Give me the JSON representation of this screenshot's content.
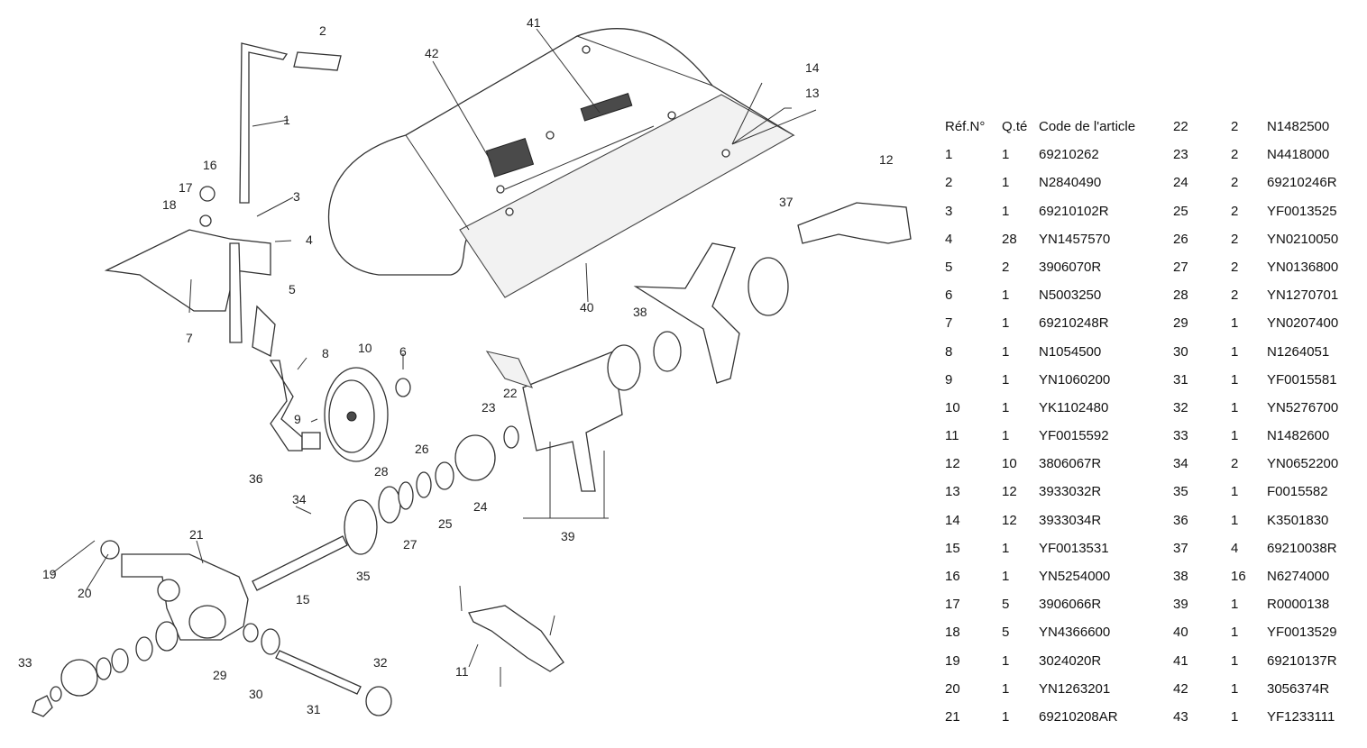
{
  "diagram": {
    "callouts": [
      "1",
      "2",
      "3",
      "4",
      "5",
      "7",
      "8",
      "9",
      "10",
      "6",
      "11",
      "12",
      "13",
      "14",
      "15",
      "16",
      "17",
      "18",
      "19",
      "20",
      "21",
      "22",
      "23",
      "24",
      "25",
      "26",
      "27",
      "28",
      "29",
      "30",
      "31",
      "32",
      "33",
      "34",
      "35",
      "36",
      "37",
      "38",
      "39",
      "40",
      "41",
      "42"
    ]
  },
  "parts_table": {
    "headers": {
      "ref": "Réf.N°",
      "qty": "Q.té",
      "code": "Code de l'article"
    },
    "left_rows": [
      {
        "ref": "1",
        "qty": "1",
        "code": "69210262"
      },
      {
        "ref": "2",
        "qty": "1",
        "code": "N2840490"
      },
      {
        "ref": "3",
        "qty": "1",
        "code": "69210102R"
      },
      {
        "ref": "4",
        "qty": "28",
        "code": "YN1457570"
      },
      {
        "ref": "5",
        "qty": "2",
        "code": "3906070R"
      },
      {
        "ref": "6",
        "qty": "1",
        "code": "N5003250"
      },
      {
        "ref": "7",
        "qty": "1",
        "code": "69210248R"
      },
      {
        "ref": "8",
        "qty": "1",
        "code": "N1054500"
      },
      {
        "ref": "9",
        "qty": "1",
        "code": "YN1060200"
      },
      {
        "ref": "10",
        "qty": "1",
        "code": "YK1102480"
      },
      {
        "ref": "11",
        "qty": "1",
        "code": "YF0015592"
      },
      {
        "ref": "12",
        "qty": "10",
        "code": "3806067R"
      },
      {
        "ref": "13",
        "qty": "12",
        "code": "3933032R"
      },
      {
        "ref": "14",
        "qty": "12",
        "code": "3933034R"
      },
      {
        "ref": "15",
        "qty": "1",
        "code": "YF0013531"
      },
      {
        "ref": "16",
        "qty": "1",
        "code": "YN5254000"
      },
      {
        "ref": "17",
        "qty": "5",
        "code": "3906066R"
      },
      {
        "ref": "18",
        "qty": "5",
        "code": "YN4366600"
      },
      {
        "ref": "19",
        "qty": "1",
        "code": "3024020R"
      },
      {
        "ref": "20",
        "qty": "1",
        "code": "YN1263201"
      },
      {
        "ref": "21",
        "qty": "1",
        "code": "69210208AR"
      }
    ],
    "right_rows": [
      {
        "ref": "22",
        "qty": "2",
        "code": "N1482500"
      },
      {
        "ref": "23",
        "qty": "2",
        "code": "N4418000"
      },
      {
        "ref": "24",
        "qty": "2",
        "code": "69210246R"
      },
      {
        "ref": "25",
        "qty": "2",
        "code": "YF0013525"
      },
      {
        "ref": "26",
        "qty": "2",
        "code": "YN0210050"
      },
      {
        "ref": "27",
        "qty": "2",
        "code": "YN0136800"
      },
      {
        "ref": "28",
        "qty": "2",
        "code": "YN1270701"
      },
      {
        "ref": "29",
        "qty": "1",
        "code": "YN0207400"
      },
      {
        "ref": "30",
        "qty": "1",
        "code": "N1264051"
      },
      {
        "ref": "31",
        "qty": "1",
        "code": "YF0015581"
      },
      {
        "ref": "32",
        "qty": "1",
        "code": "YN5276700"
      },
      {
        "ref": "33",
        "qty": "1",
        "code": "N1482600"
      },
      {
        "ref": "34",
        "qty": "2",
        "code": "YN0652200"
      },
      {
        "ref": "35",
        "qty": "1",
        "code": "F0015582"
      },
      {
        "ref": "36",
        "qty": "1",
        "code": "K3501830"
      },
      {
        "ref": "37",
        "qty": "4",
        "code": "69210038R"
      },
      {
        "ref": "38",
        "qty": "16",
        "code": "N6274000"
      },
      {
        "ref": "39",
        "qty": "1",
        "code": "R0000138"
      },
      {
        "ref": "40",
        "qty": "1",
        "code": "YF0013529"
      },
      {
        "ref": "41",
        "qty": "1",
        "code": "69210137R"
      },
      {
        "ref": "42",
        "qty": "1",
        "code": "3056374R"
      },
      {
        "ref": "43",
        "qty": "1",
        "code": "YF1233111"
      }
    ]
  }
}
